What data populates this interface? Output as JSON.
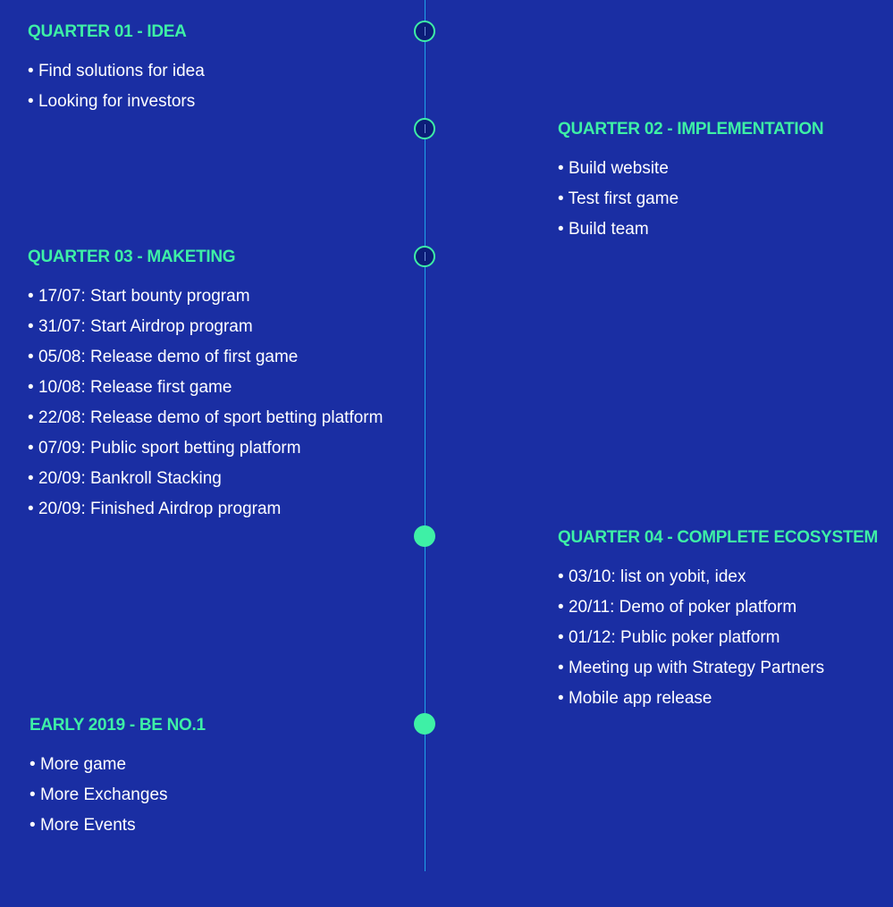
{
  "colors": {
    "background": "#1a2ea3",
    "heading": "#3ef0a6",
    "line": "#1fa4ea",
    "text": "#ffffff"
  },
  "milestones": [
    {
      "title": "QUARTER 01 - IDEA",
      "items": [
        "Find solutions for idea",
        "Looking for investors"
      ]
    },
    {
      "title": "QUARTER 02 - IMPLEMENTATION",
      "items": [
        "Build website",
        "Test first game",
        "Build team"
      ]
    },
    {
      "title": "QUARTER 03 - MAKETING",
      "items": [
        "17/07: Start bounty program",
        "31/07: Start Airdrop program",
        "05/08: Release demo of first game",
        "10/08: Release first game",
        "22/08: Release demo of sport betting platform",
        "07/09: Public sport betting platform",
        "20/09: Bankroll Stacking",
        "20/09: Finished Airdrop program"
      ]
    },
    {
      "title": "QUARTER 04 - COMPLETE ECOSYSTEM",
      "items": [
        "03/10: list on yobit, idex",
        "20/11: Demo of poker platform",
        "01/12: Public poker platform",
        "Meeting up with Strategy Partners",
        "Mobile app release"
      ]
    },
    {
      "title": "EARLY 2019 - BE NO.1",
      "items": [
        "More game",
        "More Exchanges",
        "More Events"
      ]
    }
  ]
}
